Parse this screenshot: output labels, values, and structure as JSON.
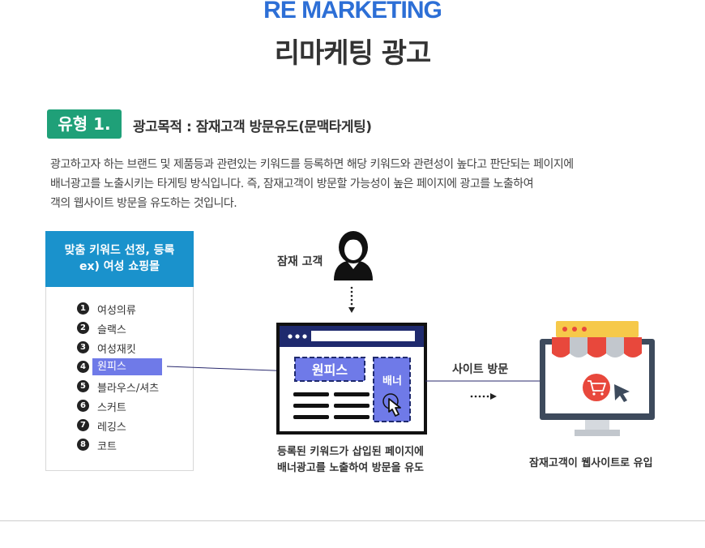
{
  "header": {
    "eng_title": "RE MARKETING",
    "kor_title": "리마케팅 광고"
  },
  "section": {
    "badge": "유형 1.",
    "heading": "광고목적 : 잠재고객 방문유도(문맥타게팅)"
  },
  "description": [
    "광고하고자 하는 브랜드 및 제품등과 관련있는 키워드를 등록하면 해당 키워드와 관련성이 높다고 판단되는 페이지에",
    "배너광고를 노출시키는 타게팅 방식입니다. 즉, 잠재고객이 방문할 가능성이 높은 페이지에 광고를 노출하여",
    "객의 웹사이트 방문을 유도하는 것입니다."
  ],
  "keyword_panel": {
    "title_line1": "맞춤 키워드 선정, 등록",
    "title_line2": "ex) 여성 쇼핑몰",
    "items": [
      {
        "num": "1",
        "label": "여성의류"
      },
      {
        "num": "2",
        "label": "슬랙스"
      },
      {
        "num": "3",
        "label": "여성재킷"
      },
      {
        "num": "4",
        "label": "원피스"
      },
      {
        "num": "5",
        "label": "블라우스/셔츠"
      },
      {
        "num": "6",
        "label": "스커트"
      },
      {
        "num": "7",
        "label": "레깅스"
      },
      {
        "num": "8",
        "label": "코트"
      }
    ],
    "selected_index": 3
  },
  "diagram": {
    "customer_label": "잠재 고객",
    "browser_keyword": "원피스",
    "banner_label": "배너",
    "browser_caption_line1": "등록된 키워드가 삽입된 페이지에",
    "browser_caption_line2": "배너광고를 노출하여 방문을 유도",
    "visit_label": "사이트 방문",
    "inflow_caption": "잠재고객이 웹사이트로 유입"
  },
  "colors": {
    "title_blue": "#2d6fd6",
    "badge_green": "#1fa078",
    "panel_blue": "#1a92cc",
    "highlight_purple": "#6f7ae8",
    "awning_red": "#e8483c",
    "awning_yellow": "#f6c94a",
    "monitor_dark": "#3d4a5c"
  },
  "icons": [
    "user-icon",
    "browser-icon",
    "cursor-hand-icon",
    "shop-monitor-icon",
    "cart-icon",
    "arrow-cursor-icon"
  ]
}
